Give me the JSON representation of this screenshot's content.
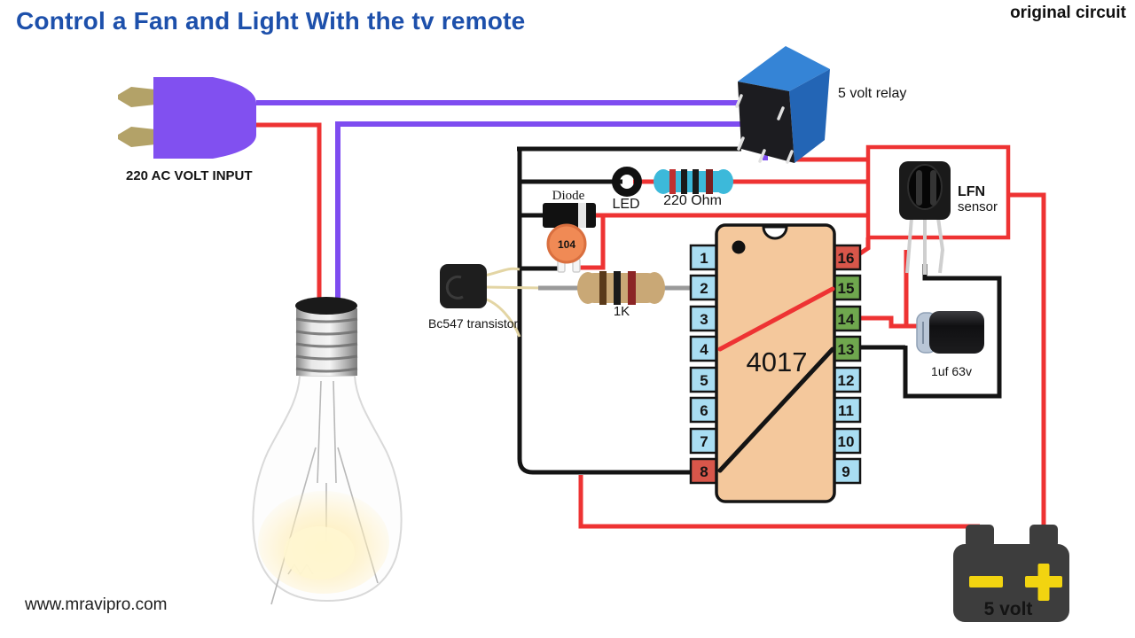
{
  "header": {
    "title": "Control a Fan and Light With the tv remote",
    "corner_note": "original circuit",
    "website": "www.mravipro.com"
  },
  "labels": {
    "plug": "220 AC  VOLT INPUT",
    "relay": "5 volt relay",
    "led": "LED",
    "resistor_220": "220 Ohm",
    "diode": "Diode",
    "cap_104": "104",
    "transistor": "Bc547 transistor",
    "resistor_1k": "1K",
    "ic": "4017",
    "sensor_name": "LFN",
    "sensor_sub": "sensor",
    "cap_1uf": "1uf 63v",
    "battery": "5 volt"
  },
  "ic_pins": {
    "left": [
      "1",
      "2",
      "3",
      "4",
      "5",
      "6",
      "7",
      "8"
    ],
    "right": [
      "16",
      "15",
      "14",
      "13",
      "12",
      "11",
      "10",
      "9"
    ]
  },
  "colors": {
    "title": "#1d50ab",
    "wire_red": "#ee3333",
    "wire_purple": "#7e4cf0",
    "wire_black": "#141414",
    "ic_body": "#f4c89c",
    "pin_blue": "#a9ddf2",
    "pin_green": "#6fa74e",
    "pin_red": "#d8564a",
    "relay_blue": "#2e7fd0",
    "plug_purple": "#8150f0",
    "battery_body": "#3d3d3d",
    "battery_yellow": "#f2d410"
  }
}
